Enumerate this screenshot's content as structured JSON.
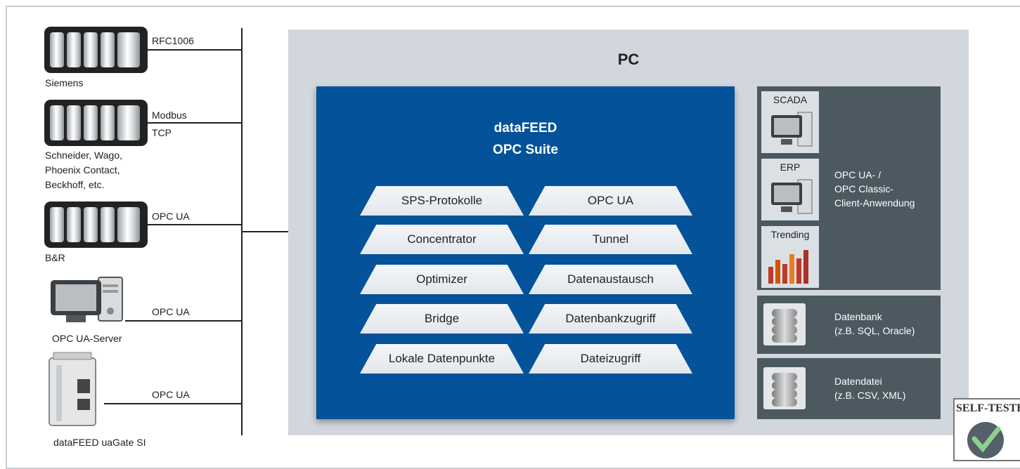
{
  "left_devices": [
    {
      "name": "Siemens",
      "protocol": "RFC1006"
    },
    {
      "name_lines": [
        "Schneider, Wago,",
        "Phoenix Contact,",
        "Beckhoff, etc."
      ],
      "protocol_lines": [
        "Modbus",
        "TCP"
      ]
    },
    {
      "name": "B&R",
      "protocol": "OPC UA"
    },
    {
      "name": "OPC UA-Server",
      "protocol": "OPC UA"
    },
    {
      "name": "dataFEED uaGate SI",
      "protocol": "OPC UA"
    }
  ],
  "pc": {
    "title": "PC",
    "suite_title_lines": [
      "dataFEED",
      "OPC Suite"
    ],
    "modules": [
      [
        "SPS-Protokolle",
        "OPC UA"
      ],
      [
        "Concentrator",
        "Tunnel"
      ],
      [
        "Optimizer",
        "Datenaustausch"
      ],
      [
        "Bridge",
        "Datenbankzugriff"
      ],
      [
        "Lokale Datenpunkte",
        "Dateizugriff"
      ]
    ]
  },
  "right": {
    "clients": [
      "SCADA",
      "ERP",
      "Trending"
    ],
    "client_label_lines": [
      "OPC UA- /",
      "OPC Classic-",
      "Client-Anwendung"
    ],
    "database_lines": [
      "Datenbank",
      "(z.B. SQL, Oracle)"
    ],
    "datafile_lines": [
      "Datendatei",
      "(z.B. CSV, XML)"
    ]
  },
  "badge": {
    "text": "SELF-TESTE"
  },
  "colors": {
    "suite_blue": "#03529a",
    "pc_bg": "#d1d7dd",
    "dark_panel": "#4c5961"
  }
}
